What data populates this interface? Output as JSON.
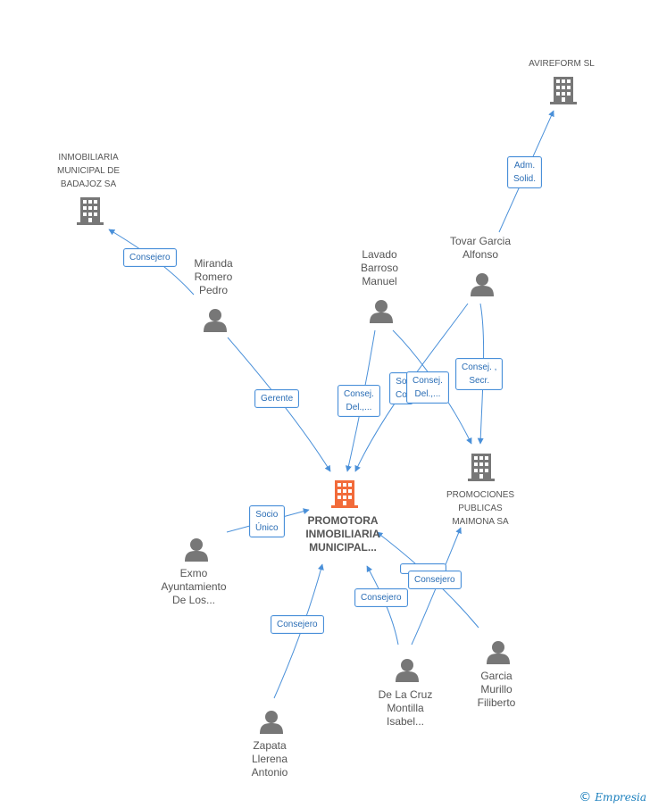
{
  "colors": {
    "edge": "#4a90d9",
    "person": "#777777",
    "company": "#777777",
    "main_company": "#f26b3a"
  },
  "nodes": {
    "main": {
      "label": "PROMOTORA\nINMOBILIARIA\nMUNICIPAL...",
      "icon": "building-icon"
    },
    "avireform": {
      "label": "AVIREFORM SL",
      "icon": "building-icon"
    },
    "inmobiliaria_badajoz": {
      "label": "INMOBILIARIA\nMUNICIPAL DE\nBADAJOZ SA",
      "icon": "building-icon"
    },
    "promociones_maimona": {
      "label": "PROMOCIONES\nPUBLICAS\nMAIMONA SA",
      "icon": "building-icon"
    },
    "miranda": {
      "label": "Miranda\nRomero\nPedro",
      "icon": "person-icon"
    },
    "lavado": {
      "label": "Lavado\nBarroso\nManuel",
      "icon": "person-icon"
    },
    "tovar": {
      "label": "Tovar Garcia\nAlfonso",
      "icon": "person-icon"
    },
    "exmo": {
      "label": "Exmo\nAyuntamiento\nDe Los...",
      "icon": "person-icon"
    },
    "zapata": {
      "label": "Zapata\nLlerena\nAntonio",
      "icon": "person-icon"
    },
    "delacruz": {
      "label": "De La Cruz\nMontilla\nIsabel...",
      "icon": "person-icon"
    },
    "garcia": {
      "label": "Garcia\nMurillo\nFiliberto",
      "icon": "person-icon"
    }
  },
  "edge_labels": {
    "adm_solid": "Adm.\nSolid.",
    "consejero_badajoz": "Consejero",
    "gerente": "Gerente",
    "consej_del_lavado": "Consej.\nDel.,...",
    "socio_partial": "So\nCo",
    "consej_del_tovar": "Consej.\nDel.,...",
    "consej_secr": "Consej. ,\nSecr.",
    "socio_unico": "Socio\nÚnico",
    "consejero_zapata": "Consejero",
    "consejero_delacruz": "Consejero",
    "consejero_garcia": "Consejero"
  },
  "footer": {
    "copyright": "©",
    "brand": "Empresia"
  }
}
